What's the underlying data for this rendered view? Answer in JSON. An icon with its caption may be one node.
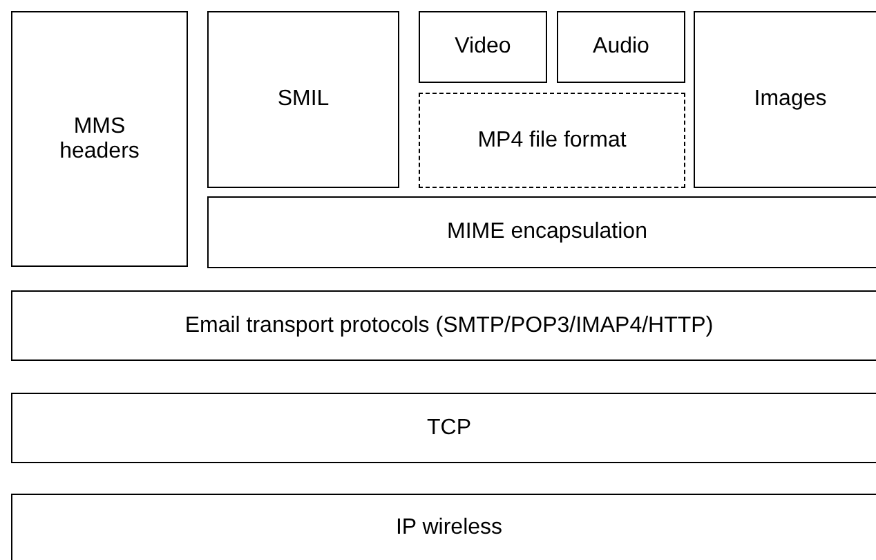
{
  "diagram": {
    "nodes": [
      {
        "text": [
          "MMS headers"
        ]
      },
      {
        "text": [
          "SMIL"
        ]
      },
      {
        "text": [
          "Video"
        ]
      },
      {
        "text": [
          "Audio"
        ]
      },
      {
        "text": [
          "MP4 file format"
        ]
      },
      {
        "text": [
          "Images"
        ]
      },
      {
        "text": [
          "MIME encapsulation"
        ]
      },
      {
        "text": [
          "Email transport protocols (SMTP/POP3/IMAP4/HTTP)"
        ]
      },
      {
        "text": [
          "TCP"
        ]
      },
      {
        "text": [
          "IP wireless"
        ]
      }
    ]
  }
}
